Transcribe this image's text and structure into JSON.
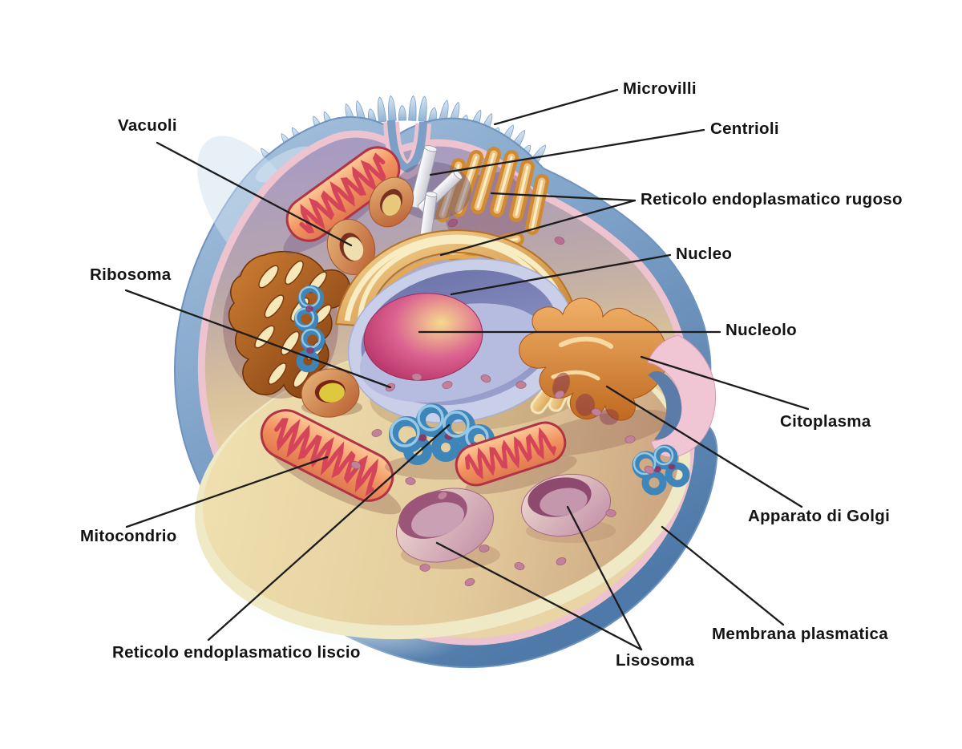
{
  "diagram": {
    "subject": "animal-cell-cutaway-illustration",
    "language": "it",
    "labels": [
      {
        "id": "vacuoli",
        "text": "Vacuoli"
      },
      {
        "id": "ribosoma",
        "text": "Ribosoma"
      },
      {
        "id": "mitocondrio",
        "text": "Mitocondrio"
      },
      {
        "id": "reticolo-liscio",
        "text": "Reticolo endoplasmatico liscio"
      },
      {
        "id": "microvilli",
        "text": "Microvilli"
      },
      {
        "id": "centrioli",
        "text": "Centrioli"
      },
      {
        "id": "reticolo-rugoso",
        "text": "Reticolo endoplasmatico rugoso"
      },
      {
        "id": "nucleo",
        "text": "Nucleo"
      },
      {
        "id": "nucleolo",
        "text": "Nucleolo"
      },
      {
        "id": "citoplasma",
        "text": "Citoplasma"
      },
      {
        "id": "apparato-golgi",
        "text": "Apparato di Golgi"
      },
      {
        "id": "membrana-plasmatica",
        "text": "Membrana plasmatica"
      },
      {
        "id": "lisosoma",
        "text": "Lisosoma"
      }
    ],
    "colors": {
      "background": "#ffffff",
      "label_text": "#141414",
      "leader_line": "#1c1c1c",
      "membrane_blue": "#7b9fc6",
      "membrane_pink": "#eec3d0",
      "rim_cream": "#efe9c6",
      "cytoplasm_tan": "#e3cb9c",
      "back_wall_purple": "#a89bc2",
      "nucleus_blue": "#8289bd",
      "nucleolus_magenta": "#c5326e",
      "mitochondria_orange": "#f1915e",
      "mitochondria_red": "#d4455a",
      "rough_er_gold": "#d89b4a",
      "golgi_orange": "#d98a3c",
      "smooth_er_blue": "#3e85ba",
      "lysosome_pink": "#c08ba6",
      "centriole_white": "#f2f2f6"
    }
  }
}
